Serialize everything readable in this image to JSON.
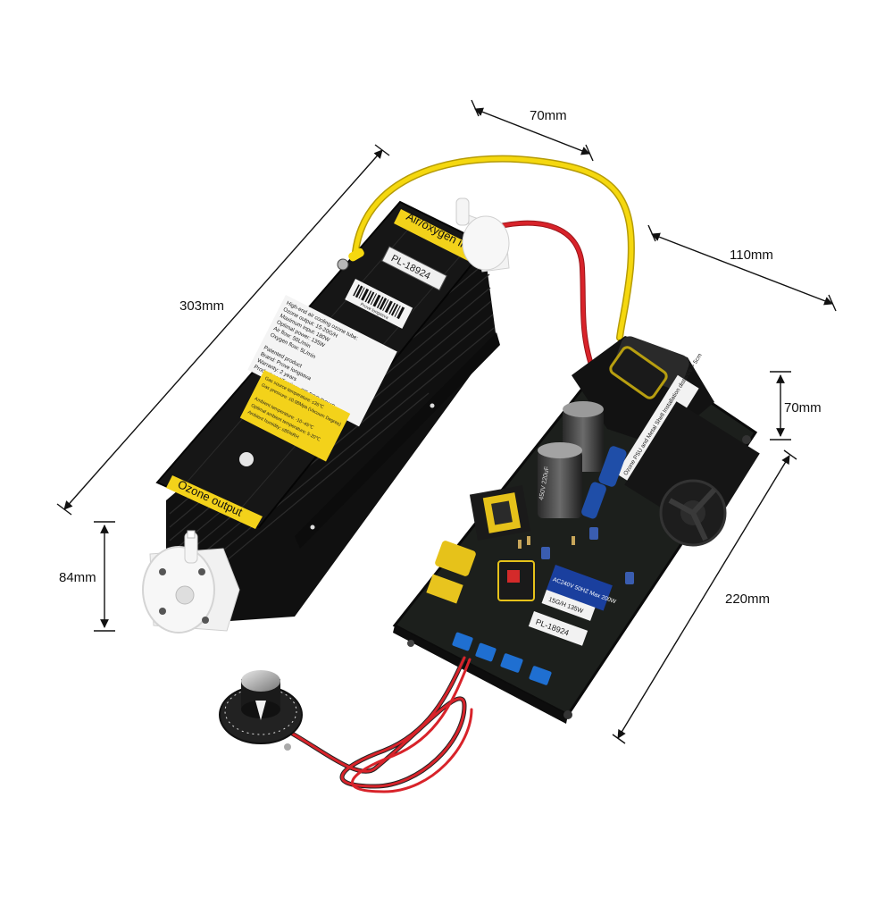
{
  "dimensions": {
    "tube_length": "303mm",
    "tube_height": "84mm",
    "board_width": "70mm",
    "board_depth": "110mm",
    "board_height": "70mm",
    "board_length": "220mm"
  },
  "tube": {
    "top_label": "Air/oxygen input",
    "bottom_label": "Ozone output",
    "model_tag": "PL-18924",
    "barcode_caption": "Prove longasva",
    "spec_lines": [
      "High-end air cooling ozone tube:",
      "Ozone output: 15-20G/H",
      "Maximum input: 180W",
      "Optimal power: 135W",
      "Air flow: 50L/min",
      "Oxygen flow: 5L/min",
      "",
      "Patented product",
      "Brand: Prove longasva",
      "Warranty: 2 years",
      "Product certification: CE FCC ROHS"
    ],
    "warning_lines": [
      "Gas source temperature: ≤35℃",
      "Gas pressure: ≤0.08Mpa (Vacuum Degree)",
      "",
      "Ambient temperature: -10~45℃",
      "Optimal ambient temperature: 5-20℃",
      "Ambient humidity: ≤85%RH"
    ]
  },
  "board": {
    "stickers": [
      "AC240V 50HZ Max 200W",
      "15G/H 135W",
      "PL-18924"
    ],
    "side_label": "Ozone PSU and Metal Shell Installation distance > 5cm",
    "capacitor_text": "450V 220uF"
  },
  "colors": {
    "tube_body": "#161616",
    "label_yellow": "#f3d21a",
    "wire_yellow": "#f5d80f",
    "wire_red": "#d8232a",
    "pcb": "#1c1f1c",
    "terminal_blue": "#1f6fd1"
  }
}
